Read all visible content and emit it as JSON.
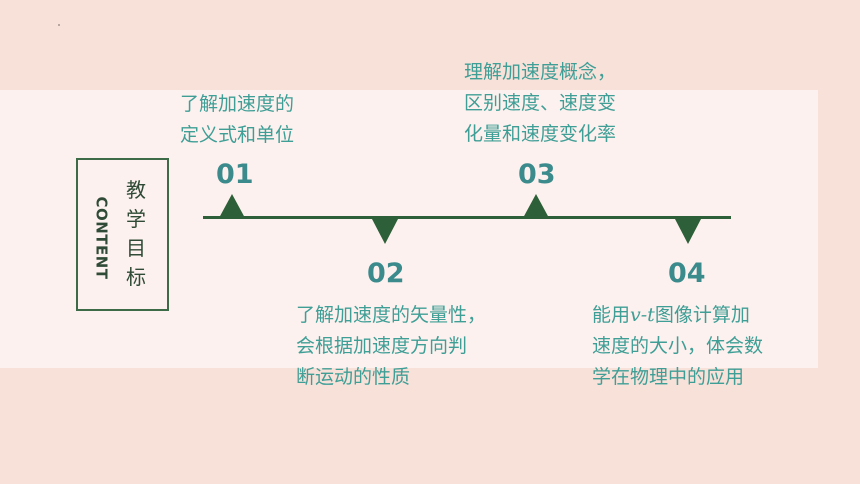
{
  "sidebar": {
    "content_label": "CONTENT",
    "title_chars": [
      "教",
      "学",
      "目",
      "标"
    ]
  },
  "milestones": [
    {
      "number": "01",
      "lines": [
        "了解加速度的",
        "定义式和单位"
      ]
    },
    {
      "number": "02",
      "lines": [
        "了解加速度的矢量性，",
        "会根据加速度方向判",
        "断运动的性质"
      ]
    },
    {
      "number": "03",
      "lines": [
        "理解加速度概念，",
        "区别速度、速度变",
        "化量和速度变化率"
      ]
    },
    {
      "number": "04",
      "line1_prefix": "能用",
      "line1_italic": "v-t",
      "line1_suffix": "图像计算加",
      "lines": [
        "速度的大小，体会数",
        "学在物理中的应用"
      ]
    }
  ],
  "colors": {
    "background": "#f7e1d9",
    "band": "#fcf1ee",
    "timeline": "#2d5f38",
    "number": "#3b8a8c",
    "text": "#3f9e96"
  }
}
